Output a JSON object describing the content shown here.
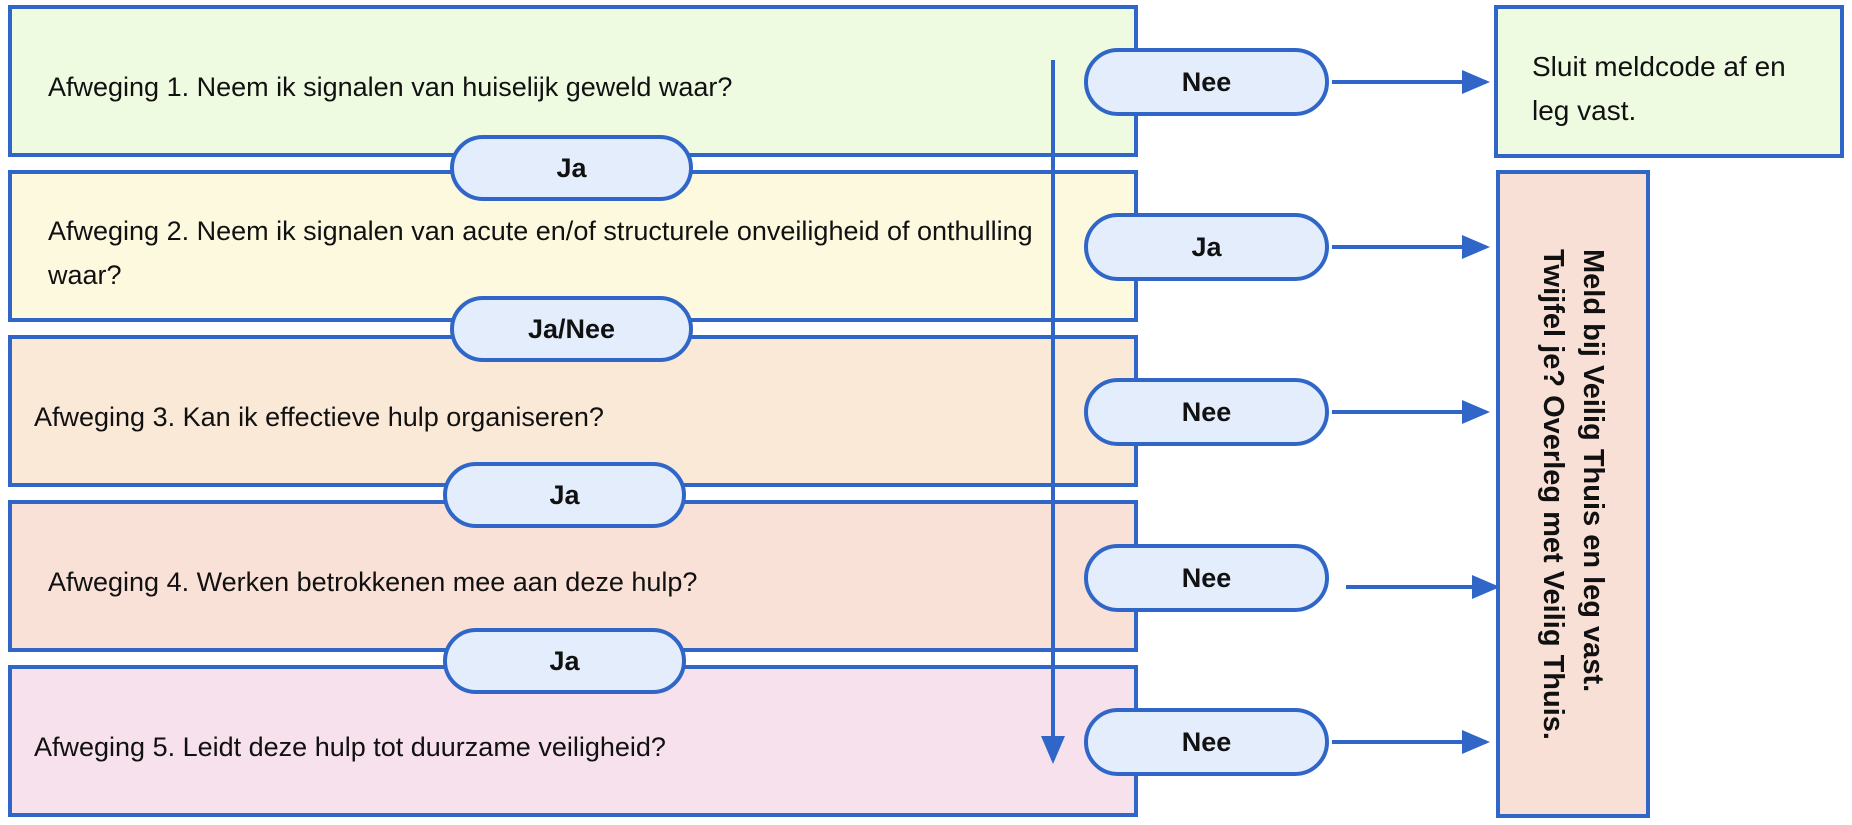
{
  "steps": [
    {
      "text": "Afweging 1. Neem ik signalen van huiselijk geweld waar?",
      "answer": "Nee",
      "color": "#effbe1"
    },
    {
      "text": "Afweging 2. Neem ik signalen van acute en/of structurele onveiligheid of onthulling waar?",
      "answer": "Ja",
      "color": "#fdf9df"
    },
    {
      "text": "Afweging 3. Kan ik effectieve hulp organiseren?",
      "answer": "Nee",
      "color": "#fbe9d8"
    },
    {
      "text": "Afweging 4. Werken betrokkenen mee aan deze hulp?",
      "answer": "Nee",
      "color": "#f9e1d8"
    },
    {
      "text": "Afweging 5. Leidt deze hulp tot duurzame veiligheid?",
      "answer": "Nee",
      "color": "#f7e1ec"
    }
  ],
  "connectors": [
    "Ja",
    "Ja/Nee",
    "Ja",
    "Ja"
  ],
  "outcomes": {
    "close": {
      "text": "Sluit meldcode af en leg vast.",
      "color": "#effbe1"
    },
    "report": {
      "text": "Meld bij Veilig Thuis en leg vast.\nTwijfel je? Overleg met Veilig Thuis.",
      "color": "#f9e0d6"
    }
  },
  "colors": {
    "accent": "#2f66c8",
    "pill_fill": "#e3edfb"
  }
}
